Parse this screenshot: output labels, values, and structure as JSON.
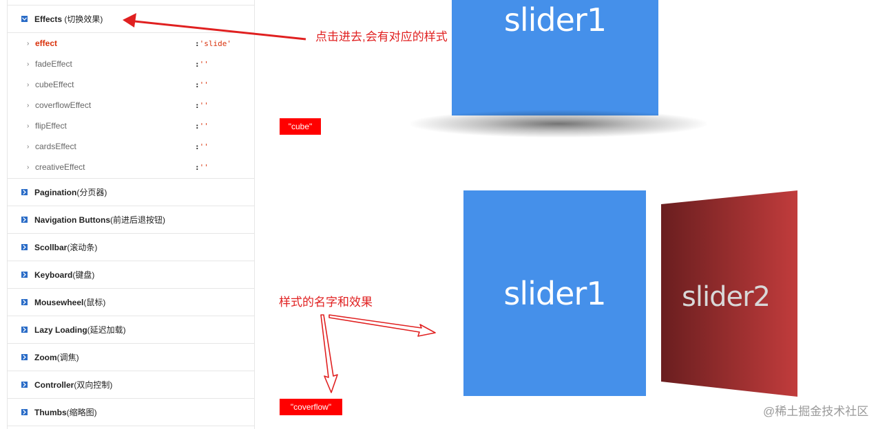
{
  "sidebar": {
    "effects": {
      "label": "Effects",
      "label_cn": "(切换效果)",
      "items": [
        {
          "name": "effect",
          "value": "'slide'",
          "active": true
        },
        {
          "name": "fadeEffect",
          "value": "''"
        },
        {
          "name": "cubeEffect",
          "value": "''"
        },
        {
          "name": "coverflowEffect",
          "value": "''"
        },
        {
          "name": "flipEffect",
          "value": "''"
        },
        {
          "name": "cardsEffect",
          "value": "''"
        },
        {
          "name": "creativeEffect",
          "value": "''"
        }
      ]
    },
    "sections": [
      {
        "label": "Pagination",
        "label_cn": "(分页器)"
      },
      {
        "label": "Navigation Buttons",
        "label_cn": "(前进后退按钮)"
      },
      {
        "label": "Scollbar",
        "label_cn": "(滚动条)"
      },
      {
        "label": "Keyboard",
        "label_cn": "(键盘)"
      },
      {
        "label": "Mousewheel",
        "label_cn": "(鼠标)"
      },
      {
        "label": "Lazy Loading",
        "label_cn": "(延迟加载)"
      },
      {
        "label": "Zoom",
        "label_cn": "(调焦)"
      },
      {
        "label": "Controller",
        "label_cn": "(双向控制)"
      },
      {
        "label": "Thumbs",
        "label_cn": "(缩略图)"
      }
    ]
  },
  "demo": {
    "cube_slide_label": "slider1",
    "cube_tag": "\"cube\"",
    "coverflow_slide1_label": "slider1",
    "coverflow_slide2_label": "slider2",
    "coverflow_tag": "\"coverflow\""
  },
  "annotations": {
    "click_note": "点击进去,会有对应的样式",
    "name_effect_note": "样式的名字和效果"
  },
  "watermark": "@稀土掘金技术社区",
  "colors": {
    "slide_blue": "#4590ea",
    "slide_red_dark": "#6a1e1f",
    "slide_red_light": "#c13c3c",
    "tag_red": "#ff0000",
    "annotation_red": "#e02020",
    "active_item": "#d9310b",
    "toggle_blue": "#2a6cc7"
  },
  "icons": {
    "expanded": "chevron-down-icon",
    "collapsed": "chevron-right-icon",
    "item": "chevron-right-small-icon"
  }
}
